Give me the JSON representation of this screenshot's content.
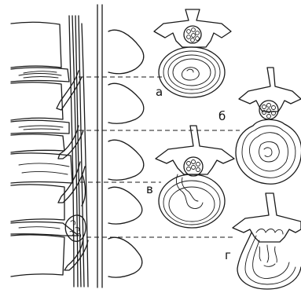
{
  "figure": {
    "labels": [
      {
        "key": "a",
        "text": "а"
      },
      {
        "key": "b",
        "text": "б"
      },
      {
        "key": "v",
        "text": "в"
      },
      {
        "key": "g",
        "text": "г"
      }
    ]
  }
}
